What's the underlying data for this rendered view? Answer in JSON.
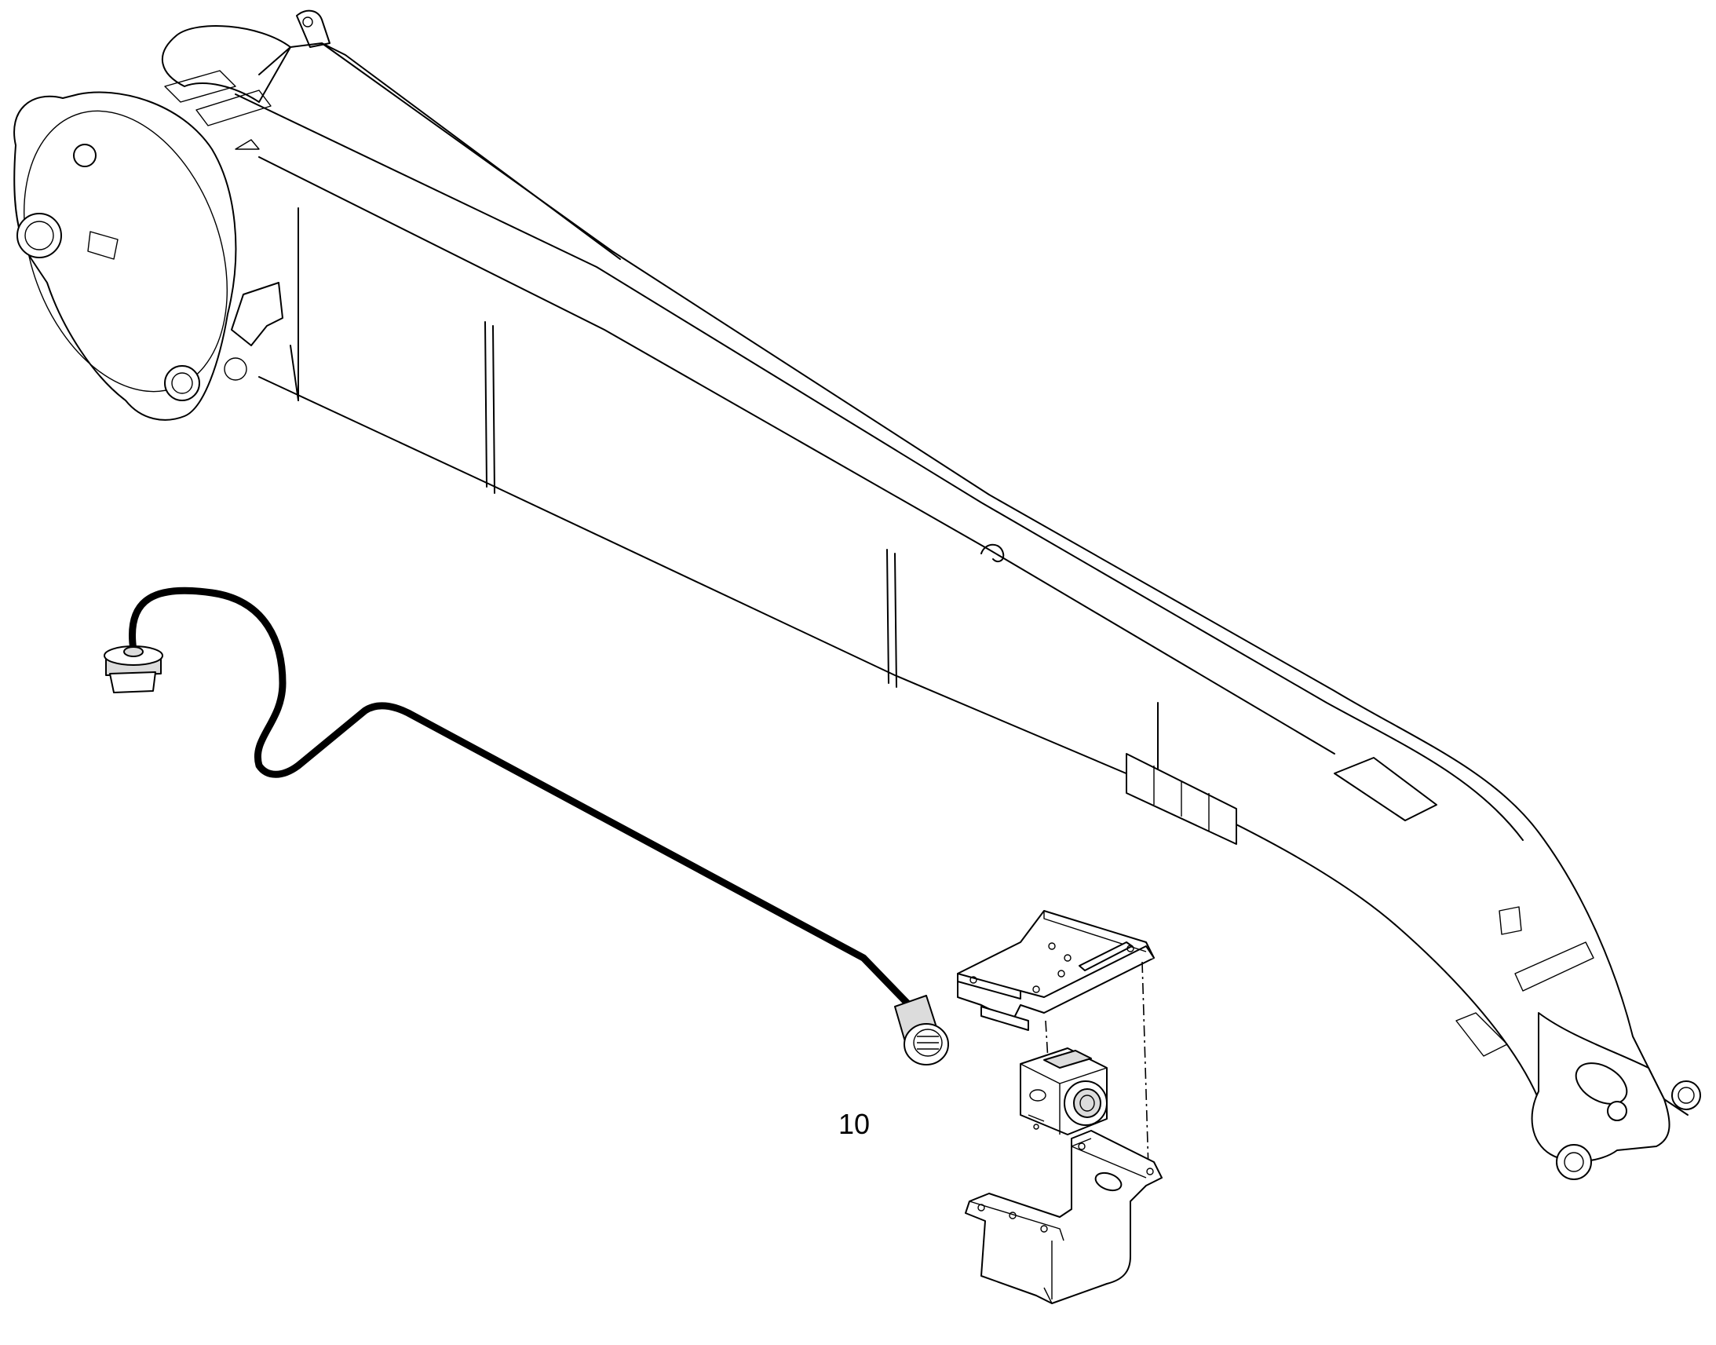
{
  "diagram": {
    "callouts": [
      {
        "id": "10",
        "text": "10",
        "target": "camera-kit"
      }
    ],
    "parts": [
      {
        "name": "boom-arm"
      },
      {
        "name": "camera-cable"
      },
      {
        "name": "mounting-plate"
      },
      {
        "name": "camera-unit"
      },
      {
        "name": "bracket"
      }
    ]
  }
}
